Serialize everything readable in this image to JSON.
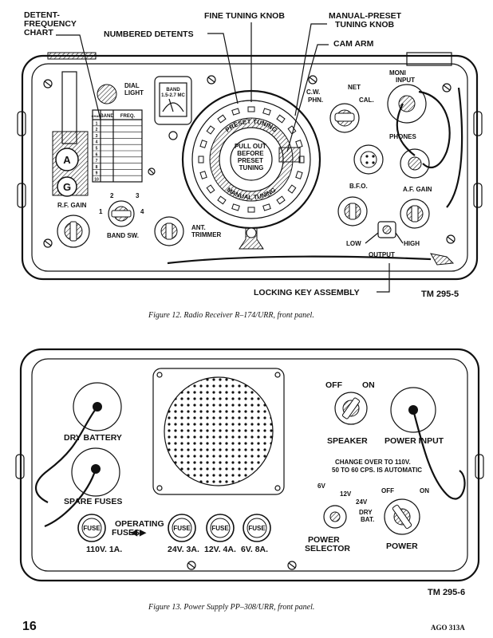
{
  "figure12": {
    "callouts": {
      "detent_chart": "DETENT-\nFREQUENCY\nCHART",
      "fine_tuning": "FINE TUNING KNOB",
      "manual_preset": "MANUAL-PRESET\nTUNING KNOB",
      "numbered_detents": "NUMBERED DETENTS",
      "cam_arm": "CAM ARM",
      "locking_key": "LOCKING KEY ASSEMBLY"
    },
    "panel": {
      "dial_light": "DIAL\nLIGHT",
      "band_meter": "BAND\n1.5-2.7 MC",
      "chart_headers": [
        "CHAN.",
        "BAND",
        "FREQ."
      ],
      "chart_rows": [
        "1",
        "2",
        "3",
        "4",
        "5",
        "6",
        "7",
        "8",
        "9",
        "10"
      ],
      "mode_labels": [
        "C.W.",
        "NET",
        "PHN.",
        "CAL."
      ],
      "moni_input": "MONI\nINPUT",
      "phones": "PHONES",
      "bfo": "B.F.O.",
      "af_gain": "A.F. GAIN",
      "rf_gain": "R.F. GAIN",
      "band_sw": "BAND SW.",
      "band_numbers": [
        "1",
        "2",
        "3",
        "4"
      ],
      "ant_trimmer": "ANT.\nTRIMMER",
      "low": "LOW",
      "high": "HIGH",
      "output": "OUTPUT",
      "knob_a": "A",
      "knob_g": "G",
      "dial_preset": "PRESET TUNING",
      "dial_manual": "MANUAL TUNING",
      "dial_center": "PULL OUT\nBEFORE\nPRESET\nTUNING"
    },
    "tm": "TM 295-5",
    "caption": "Figure 12.  Radio Receiver R–174/URR, front panel."
  },
  "figure13": {
    "panel": {
      "off": "OFF",
      "on": "ON",
      "speaker": "SPEAKER",
      "power_input": "POWER INPUT",
      "dry_battery": "DRY BATTERY",
      "spare_fuses": "SPARE FUSES",
      "change_over": "CHANGE OVER TO 110V.\n50 TO 60 CPS. IS AUTOMATIC",
      "sel_6v": "6V",
      "sel_12v": "12V",
      "sel_24v": "24V",
      "sel_dry": "DRY\nBAT.",
      "power_selector": "POWER\nSELECTOR",
      "off2": "OFF",
      "on2": "ON",
      "power": "POWER",
      "operating_fuses": "OPERATING\nFUSES",
      "fuse": "FUSE",
      "fuse_ratings": [
        "110V. 1A.",
        "24V. 3A.",
        "12V. 4A.",
        "6V. 8A."
      ]
    },
    "tm": "TM 295-6",
    "caption": "Figure 13.  Power Supply PP–308/URR, front panel."
  },
  "footer": {
    "page_number": "16",
    "ago": "AGO 313A"
  }
}
